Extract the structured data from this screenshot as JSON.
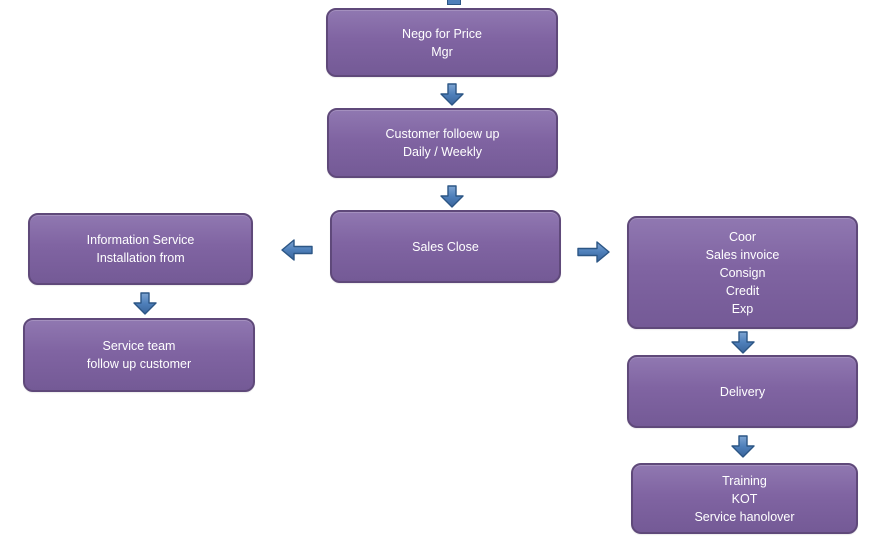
{
  "diagram": {
    "type": "flowchart",
    "background": "#FFFFFF",
    "colors": {
      "box_fill_light": "#9078B1",
      "box_fill": "#8064A2",
      "box_fill_dark": "#745A96",
      "box_border": "#5F497A",
      "arrow_fill_light": "#7FA5D2",
      "arrow_fill": "#4E7FBA",
      "arrow_fill_dark": "#3A649A",
      "arrow_border": "#2C5685",
      "text": "#FFFFFF"
    },
    "boxes": [
      {
        "id": "nego-for-price",
        "lines": [
          "Nego for Price",
          "Mgr"
        ]
      },
      {
        "id": "customer-follow-up",
        "lines": [
          "Customer folloew up",
          "Daily / Weekly"
        ]
      },
      {
        "id": "sales-close",
        "lines": [
          "Sales Close"
        ]
      },
      {
        "id": "information-service",
        "lines": [
          "Information Service",
          "Installation from"
        ]
      },
      {
        "id": "service-team",
        "lines": [
          "Service team",
          "follow up customer"
        ]
      },
      {
        "id": "coor",
        "lines": [
          "Coor",
          "Sales invoice",
          "Consign",
          "Credit",
          "Exp"
        ]
      },
      {
        "id": "delivery",
        "lines": [
          "Delivery"
        ]
      },
      {
        "id": "training",
        "lines": [
          "Training",
          "KOT",
          "Service hanolover"
        ]
      }
    ],
    "connectors": [
      {
        "icon": "arrow-stub-icon",
        "direction": "down",
        "to": "nego-for-price"
      },
      {
        "icon": "arrow-down-icon",
        "direction": "down",
        "from": "nego-for-price",
        "to": "customer-follow-up"
      },
      {
        "icon": "arrow-down-icon",
        "direction": "down",
        "from": "customer-follow-up",
        "to": "sales-close"
      },
      {
        "icon": "arrow-left-icon",
        "direction": "left",
        "from": "sales-close",
        "to": "information-service"
      },
      {
        "icon": "arrow-right-icon",
        "direction": "right",
        "from": "sales-close",
        "to": "coor"
      },
      {
        "icon": "arrow-down-icon",
        "direction": "down",
        "from": "information-service",
        "to": "service-team"
      },
      {
        "icon": "arrow-down-icon",
        "direction": "down",
        "from": "coor",
        "to": "delivery"
      },
      {
        "icon": "arrow-down-icon",
        "direction": "down",
        "from": "delivery",
        "to": "training"
      }
    ]
  }
}
